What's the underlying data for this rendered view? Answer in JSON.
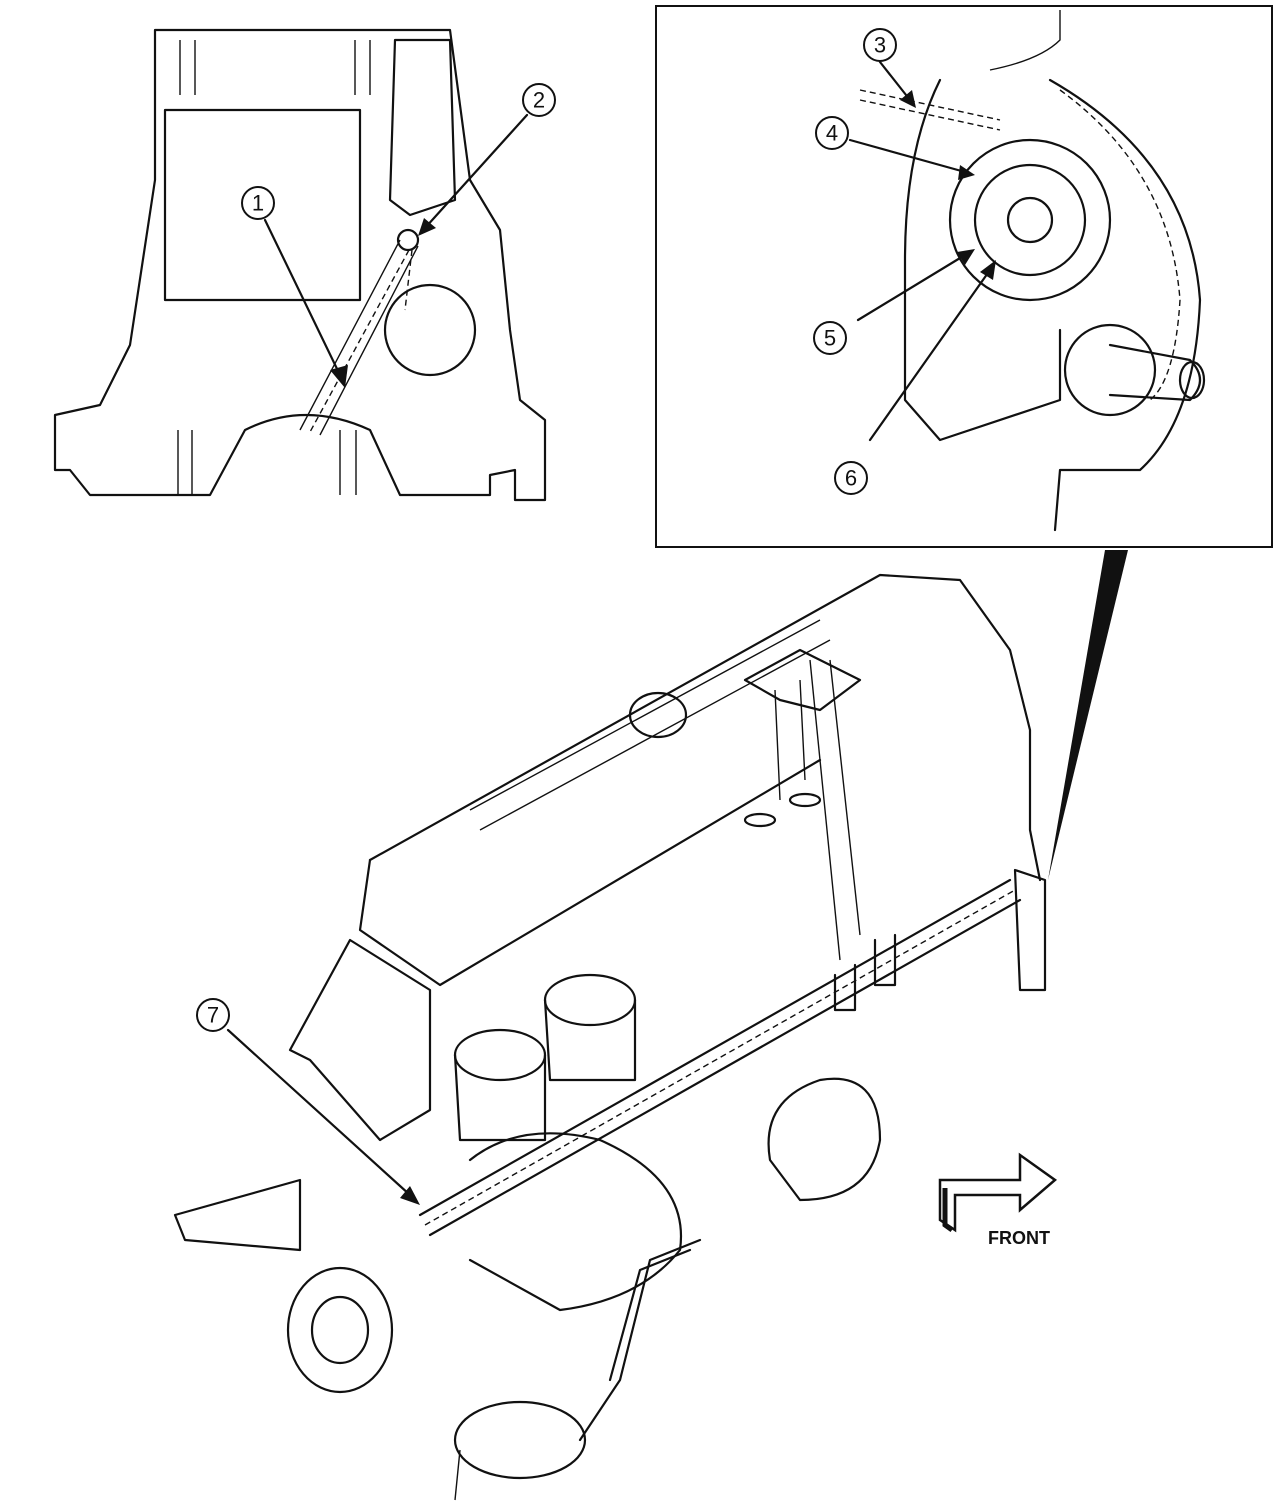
{
  "callouts": [
    {
      "id": "1",
      "label": "1"
    },
    {
      "id": "2",
      "label": "2"
    },
    {
      "id": "3",
      "label": "3"
    },
    {
      "id": "4",
      "label": "4"
    },
    {
      "id": "5",
      "label": "5"
    },
    {
      "id": "6",
      "label": "6"
    },
    {
      "id": "7",
      "label": "7"
    }
  ],
  "direction_label": "FRONT"
}
